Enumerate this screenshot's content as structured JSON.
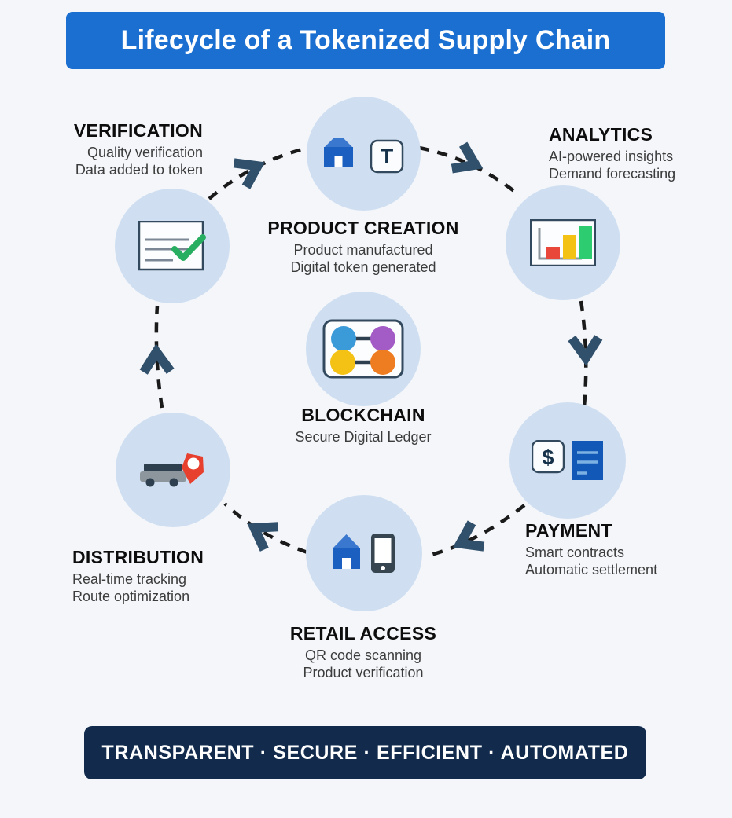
{
  "title": "Lifecycle of a Tokenized Supply Chain",
  "footer": "TRANSPARENT · SECURE · EFFICIENT · AUTOMATED",
  "icons": {
    "token_letter": "T",
    "dollar_sign": "$"
  },
  "nodes": [
    {
      "id": "product-creation",
      "title": "PRODUCT CREATION",
      "lines": [
        "Product manufactured",
        "Digital token generated"
      ],
      "icon": "factory-and-token-icon"
    },
    {
      "id": "analytics",
      "title": "ANALYTICS",
      "lines": [
        "AI-powered insights",
        "Demand forecasting"
      ],
      "icon": "bar-chart-icon"
    },
    {
      "id": "payment",
      "title": "PAYMENT",
      "lines": [
        "Smart contracts",
        "Automatic settlement"
      ],
      "icon": "dollar-and-invoice-icon"
    },
    {
      "id": "retail-access",
      "title": "RETAIL ACCESS",
      "lines": [
        "QR code scanning",
        "Product verification"
      ],
      "icon": "store-and-phone-icon"
    },
    {
      "id": "distribution",
      "title": "DISTRIBUTION",
      "lines": [
        "Real-time tracking",
        "Route optimization"
      ],
      "icon": "truck-and-pin-icon"
    },
    {
      "id": "verification",
      "title": "VERIFICATION",
      "lines": [
        "Quality verification",
        "Data added to token"
      ],
      "icon": "checklist-icon"
    },
    {
      "id": "blockchain",
      "title": "BLOCKCHAIN",
      "lines": [
        "Secure Digital Ledger"
      ],
      "icon": "linked-nodes-icon"
    }
  ],
  "edges": [
    {
      "from": "verification",
      "to": "product-creation"
    },
    {
      "from": "product-creation",
      "to": "analytics"
    },
    {
      "from": "analytics",
      "to": "payment"
    },
    {
      "from": "payment",
      "to": "retail-access"
    },
    {
      "from": "retail-access",
      "to": "distribution"
    },
    {
      "from": "distribution",
      "to": "verification"
    }
  ],
  "colors": {
    "banner_blue": "#1b6fd1",
    "footer_navy": "#122b4d",
    "background": "#f4f6fa",
    "circle_fill": "#cfdff1",
    "dash": "#1a1a1a",
    "chevron": "#30506b",
    "icon_blue": "#1b5fc1",
    "icon_blue_light": "#3a77cf",
    "icon_border": "#33495e",
    "icon_dark": "#2e4050",
    "check_green": "#27ae60",
    "bar_red": "#e8473a",
    "bar_yellow": "#f3c215",
    "bar_green": "#2ecc71",
    "node_purple": "#a35bc6",
    "node_orange": "#ed7d20",
    "node_blue": "#3b9ad8",
    "pin_red": "#e8402f",
    "truck_gray": "#8d969c",
    "doc_blue": "#1258b6",
    "doc_line": "#7cb1e4",
    "phone_dark": "#36454f",
    "heading_text": "#0d0d0d",
    "sub_text": "#3c3c3c"
  }
}
